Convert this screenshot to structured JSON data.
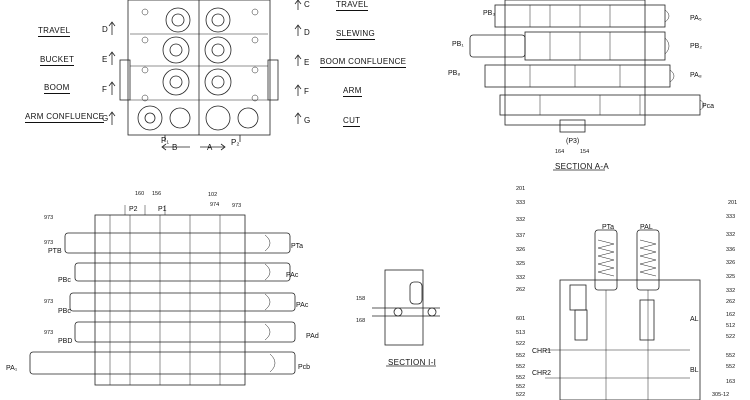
{
  "left_labels": [
    "TRAVEL",
    "BUCKET",
    "BOOM",
    "ARM CONFLUENCE"
  ],
  "left_letters": [
    "D",
    "E",
    "F",
    "G"
  ],
  "right_labels": [
    "TRAVEL",
    "SLEWING",
    "BOOM CONFLUENCE",
    "ARM",
    "CUT"
  ],
  "right_letters": [
    "C",
    "D",
    "E",
    "F",
    "G"
  ],
  "bottom_markers": {
    "b": "B",
    "a": "A",
    "p1": "P₁",
    "p2": "P₂"
  },
  "section_aa": {
    "title": "SECTION A-A",
    "ports": {
      "pb_top": "PB₃",
      "pa_top": "PA₅",
      "pb_mid": "PB₁",
      "pa_mid": "PB₂",
      "pb_low": "PB₈",
      "pa_low": "PA₈",
      "pca": "Pca",
      "p3": "(P3)"
    },
    "numbers": {
      "n1": "164",
      "n2": "154"
    }
  },
  "section_bb": {
    "ports": {
      "pta": "PTa",
      "pac": "PAc",
      "pa_c": "PAc",
      "pad": "PAd",
      "pcb": "Pcb",
      "ptb": "PTB",
      "pbc": "PBc",
      "pbc2": "PBc",
      "pbd": "PBD",
      "pa1": "PA₁"
    },
    "numbers": {
      "n160": "160",
      "n156": "156",
      "n102": "102",
      "n974": "974",
      "n973a": "973",
      "n973b": "973",
      "n973c": "973",
      "n973d": "973",
      "n973e": "973",
      "p2": "P2",
      "p1": "P1"
    }
  },
  "section_ii": {
    "title": "SECTION I-I",
    "numbers": {
      "n158": "158",
      "n168": "168"
    }
  },
  "section_cc": {
    "ports": {
      "pta": "PTa",
      "pal": "PAL",
      "al": "AL",
      "chr1": "CHR1",
      "chr2": "CHR2",
      "bl": "BL"
    },
    "left_numbers": [
      "201",
      "333",
      "332",
      "337",
      "326",
      "325",
      "332",
      "262",
      "601",
      "513",
      "522",
      "552",
      "552",
      "552",
      "552",
      "522"
    ],
    "right_numbers": [
      "201",
      "333",
      "332",
      "336",
      "326",
      "325",
      "332",
      "262",
      "162",
      "512",
      "522",
      "552",
      "552",
      "163",
      "305-12"
    ]
  }
}
